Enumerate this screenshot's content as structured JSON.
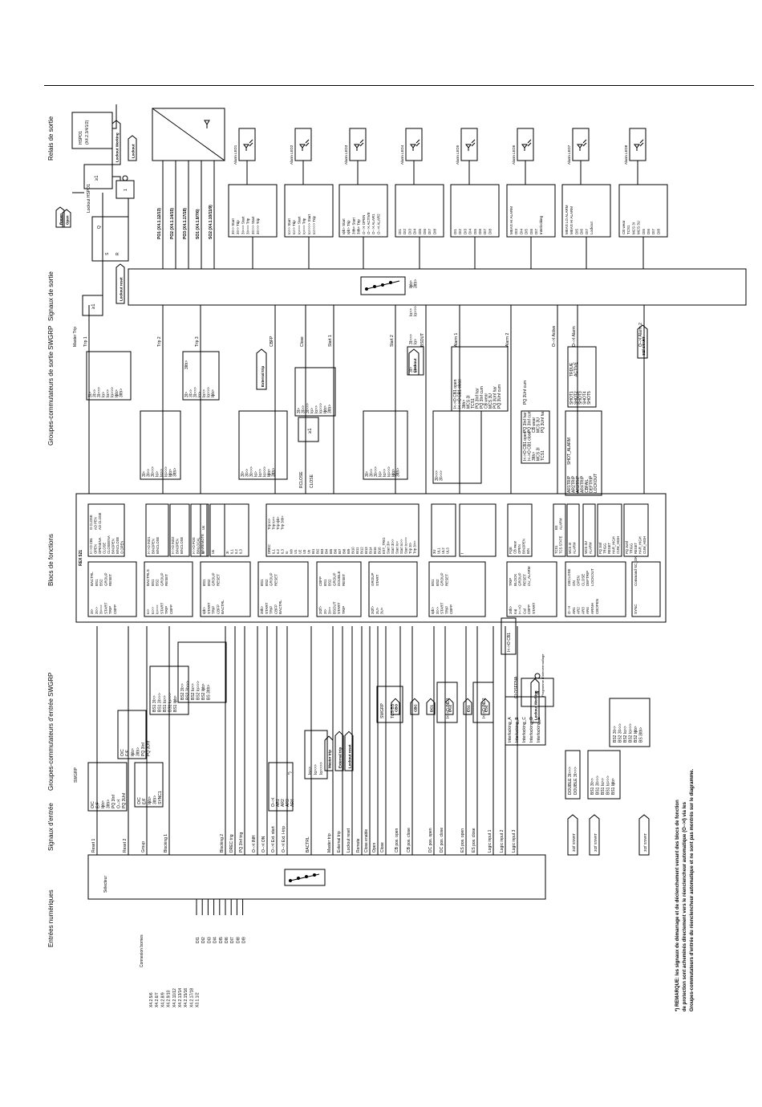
{
  "headers": {
    "inputs": "Entrées numériques",
    "input_signals": "Signaux d'entrée",
    "input_swgrp": "Groupes-commutateurs d'entrée SWGRP",
    "function_blocks": "Blocs de fonctions",
    "output_swgrp": "Groupes-commutateurs de sortie SWGRP",
    "output_signals": "Signaux de sortie",
    "output_relays": "Relais de sortie"
  },
  "connection_label": "Connexion bornes",
  "terminals": [
    "X4.2.5/6",
    "X4.2.6/7",
    "X4.2.8/9",
    "X4.2.9/10",
    "X4.2.11/12",
    "X4.2.13/14",
    "X4.2.15/16",
    "X4.2.17/18",
    "X3.1.1/2"
  ],
  "digital_inputs": [
    "DI1",
    "DI2",
    "DI3",
    "DI4",
    "DI5",
    "DI6",
    "DI7",
    "DI8",
    "DI9"
  ],
  "selector_label": "Sélecteur",
  "input_signal_list": [
    "Reset 1",
    "Reset 2",
    "Group",
    "Blocking 1",
    "Blocking 2",
    "DREC trig",
    "PQ 3Inf trig",
    "O-->I INH",
    "O-->I ON",
    "O-->I Ext. start",
    "O-->I Ext. I-trip",
    "BACTRL",
    "Master trip",
    "External trip",
    "Lockout reset",
    "Remote",
    "Close enable",
    "Open",
    "Close",
    "CB pos. open",
    "CB pos. close",
    "DC pos. open",
    "DC pos. close",
    "ES pos. open",
    "ES pos. close",
    "Logic input 1",
    "Logic input 2",
    "Logic input 3"
  ],
  "swgrp_label": "SWGRP",
  "input_swgrp_boxes": [
    [
      "O/C",
      "E/F",
      "Iϕb>",
      "3Ith>",
      "PQ 3Inf",
      "O-->I",
      "PQ 3Unf"
    ],
    [
      "O/C",
      "E/F",
      "Iϕb>",
      "3Ith>",
      "PQ 3Inf",
      "PQ 3Unf"
    ],
    [
      "O/C",
      "E/F",
      "Iϕb>",
      "3Ith>",
      "SYNC1"
    ],
    [
      "BS1 3I>>",
      "BS1 3I>>>",
      "BS1 Io>>",
      "BS1 Io>>>",
      "BS1 Iϕb>"
    ],
    [
      "BS2 3I>>",
      "BS2 3I>>>",
      "BS2 Io>>",
      "BS2 Io>>>",
      "BS2 Iϕb>",
      "BS 3Ith>"
    ]
  ],
  "ar_box": {
    "lines": [
      "O-->I",
      "AR1",
      "AR2",
      "AR3",
      "AR4"
    ],
    "note": "*)"
  },
  "io_box": [
    "Io>>",
    "Io>>>",
    "Io>>>>"
  ],
  "tags_left": [
    "Master trip",
    "External trip",
    "Lockout reset",
    "CBO",
    "CBC",
    "DC1",
    "DC2",
    "ES1",
    "ES2",
    "Lockout Working"
  ],
  "swgrp_tcs": [
    "SWGRP",
    "TCS BS"
  ],
  "ind_boxes": [
    "I<->O IND1",
    "I<->O IND2",
    "I<->O CB1"
  ],
  "closeena_label": "CLOSEENA",
  "interlock_prog": "Programme d'interverrouillage",
  "interlocking": [
    "Interlocking_A",
    "Interlocking_B",
    "Interlocking_C",
    "Interlocking_D",
    "Interlocking_E"
  ],
  "double_box": [
    "DOUBLE 3I>>>",
    "DOUBLE 3I>>>"
  ],
  "bs1_box": [
    "BS1 3I>>",
    "BS1 3I>>>",
    "BS1 Io>>",
    "BS1 Io>>>",
    "BS1 Iϕb>"
  ],
  "bs2_box": [
    "BS2 3I>>",
    "BS2 3I>>>",
    "BS2 Io>>",
    "BS2 Io>>>",
    "BS2 Iϕb>",
    "BS 3Ith>"
  ],
  "start_tag": "3I2f START",
  "function_box_title": "REX 521",
  "fb_top": [
    [
      "3I>",
      "3I>>",
      "3I>>>",
      "START",
      "TRIP",
      "CBFP",
      "BACTRL",
      "BS1",
      "BS2",
      "GROUP",
      "RESET"
    ],
    [
      "Io>",
      "Io>>",
      "Io>>>",
      "START",
      "TRIP",
      "CBFP",
      "BACTRLS",
      "BS1",
      "BS2",
      "GROUP",
      "RESET"
    ],
    [
      "Iϕb>",
      "START",
      "TRIP",
      "CBFP",
      "BACTRL",
      "BS1",
      "BS2",
      "GROUP",
      "RESET"
    ],
    [
      "3Ith>",
      "START",
      "TRIP",
      "CBFP",
      "BACTRL",
      "BS1",
      "BS2",
      "GROUP",
      "RESET"
    ],
    [
      "3I2f>",
      "3I>",
      "3I>>",
      "BSOUT",
      "START",
      "TRIP",
      "CBFP",
      "BS1",
      "BS2",
      "GROUP",
      "DOUBLE",
      "RESET"
    ],
    [
      "3I2f>",
      "3U>",
      "3U<",
      "GROUP",
      "START"
    ],
    [
      "Iϕb>",
      "3I>>",
      "START",
      "TRIP",
      "CBFP",
      "BS1",
      "BS2",
      "GROUP",
      "RESET"
    ],
    [
      "3Ith>",
      "Ioϕ",
      "I<->O",
      "Cal",
      "CBFP",
      "START",
      "TRIP",
      "BLOCK",
      "GROUP",
      "RESET",
      "CU_ALARM"
    ],
    [
      "O-->I",
      "AR1",
      "AR2",
      "AR3",
      "AR4",
      "ARINH",
      "CBOPEN",
      "CBCLOSE",
      "ON",
      "OPEN",
      "CLOSE",
      "DEFTRIP",
      "LOCKOUT"
    ],
    [
      "SYNC",
      "Command SC_OK"
    ]
  ],
  "fb_bottom": [
    [
      "I<->O CB1",
      "OPEN",
      "OPENENA",
      "CLOSE",
      "CLOSEENA",
      "BINOPEN",
      "BINCLOSE",
      "O OPEN",
      "O CLOSE",
      "AO PEN",
      "AO CLOSE"
    ],
    [
      "I<->O IND1",
      "BINOPEN",
      "BINCLOSE"
    ],
    [
      "I<->O IND2",
      "BINOPEN",
      "BINCLOSE"
    ],
    [
      "I<->O POS",
      "BINLOCAL",
      "BINREMOTE"
    ],
    [
      "Io",
      "Uo"
    ],
    [
      "Uo"
    ],
    [
      "3I",
      "IL1",
      "IL2",
      "IL3"
    ],
    [
      "DREC",
      "IL1",
      "IL2",
      "IL3",
      "Io",
      "Iob",
      "U1",
      "U2",
      "U3",
      "Uo",
      "BI1",
      "BI2",
      "BI3",
      "BI4",
      "BI5",
      "BI6",
      "BI7",
      "BI8",
      "BI9",
      "BI10",
      "BI11",
      "BI12",
      "BI13",
      "BI14",
      "BI15",
      "BI16",
      "EXT_TRIG",
      "Start 3I>",
      "Start 3I>>",
      "Start Io>",
      "Start Io>>",
      "Start Io>>>",
      "Trip 3I>",
      "Trip 3I>>",
      "Trip Io>",
      "Trip Io>>",
      "Trip Iϕb>",
      "Trip 3Ith>"
    ],
    [
      "3U",
      "UL1",
      "UL2",
      "UL3"
    ],
    [
      "f"
    ],
    [
      "PQE",
      "CB wear",
      "OPEN",
      "BINOPEN",
      "BIN"
    ],
    [
      "TCS1",
      "TCS STATE",
      "BS",
      "ALARM"
    ],
    [
      "MCS 3I",
      "ALARM"
    ],
    [
      "MCS 3U",
      "ALARM"
    ],
    [
      "PQ 3Inf",
      "TRIGG",
      "RESET",
      "HAR_HIGH",
      "CUM_HIGH"
    ],
    [
      "PQ 3Unf",
      "TRIGG",
      "RESET",
      "HAR_HIGH",
      "CUM_HIGH"
    ]
  ],
  "out_swgrp_boxes": [
    [
      "3I>",
      "3I>>",
      "3I>>>",
      "Io>",
      "Io>>",
      "Io>>>",
      "Iϕb>",
      "3Ith>"
    ],
    [
      "3I>",
      "3I>>",
      "3I>>>",
      "Io>",
      "Io>>",
      "Io>>>",
      "Iϕb>",
      "3Ith>"
    ],
    [
      "3I>",
      "3I>>",
      "3I>>>",
      "Io>",
      "Io>>",
      "Io>>>",
      "Iϕb>",
      "3Ith>"
    ],
    [
      "3I>",
      "3I>>",
      "3I>>>",
      "Io>",
      "Io>>",
      "Io>>>",
      "Iϕb>",
      "3Ith>"
    ],
    [
      "3I>",
      "3I>>",
      "3I>>>",
      "Io>",
      "Io>>",
      "Io>>>",
      "Iϕb>",
      "3Ith>"
    ],
    [
      "3I>",
      "3I>>",
      "3I>>>",
      "Io>",
      "Io>>",
      "Io>>>",
      "Iϕb>",
      "3Ith>"
    ],
    [
      "3I>",
      "3I>>",
      "3I>>>",
      "Io>",
      "Io>>",
      "Io>>>",
      "Iϕb>",
      "3Ith>"
    ],
    [
      "3I>>>",
      "3I>>>"
    ],
    [
      "I<->O CB1 open",
      "I<->O CB1 close",
      "3Ith>",
      "MCS 3I",
      "TCS1",
      "PQ 3Inf har",
      "PQ 3Inf cum",
      "CB wear",
      "MCS 3U",
      "PQ 3Unf har",
      "PQ 3Unf cum"
    ],
    [
      "I<->O CB1 open",
      "I<->O CB1 close",
      "3Ith>",
      "MCS 3I",
      "TCS1",
      "PQ 3Inf har",
      "PQ 3Inf cum",
      "CB wear",
      "MCS 3U",
      "PQ 3Unf har",
      "PQ 3Unf cum"
    ],
    [
      "SHOT1",
      "SHOT2",
      "SHOT3",
      "SHOT4",
      "SHOT5",
      "TRDUE",
      "ACTIVE"
    ],
    [
      "AR1TRIP",
      "AR2TRIP",
      "AR3TRIP",
      "AR4TRIP",
      "CBFAIL",
      "DEFTRIP",
      "LOCKOUT",
      "SHOT_ALARM"
    ],
    [
      "AR1TRIP",
      "AR2TRIP",
      "AR3TRIP",
      "AR4TRIP",
      "CBFAIL",
      "DEFTRIP",
      "LOCKOUT",
      "SHOT_ALARM"
    ]
  ],
  "or_label": "≥1",
  "rclose": [
    "RCLOSE",
    "CLOSE"
  ],
  "out_tags": [
    "External trip",
    "Lockout",
    "3I2f START"
  ],
  "output_signal_list": [
    "Master Trip",
    "Trip 1",
    "Trip 2",
    "Trip 3",
    "CBFP",
    "Close",
    "Start 1",
    "Start 2",
    "BSOUT",
    "Alarm 1",
    "Alarm 2",
    "O-->I Active",
    "O-->I Alarm",
    "O-->I Alarm 2"
  ],
  "relays": [
    "PO1  (X4.1.12/13)",
    "PO2  (X4.1.14/15)",
    "PO3  (X4.1.17/18)",
    "SO1  (X4.1.8/7/6)",
    "SO2  (X4.1.10/11/9)"
  ],
  "hspo": {
    "title": "HSPO1",
    "terminal": "(X4.2.3/4/1/2)",
    "lockout": "Lockout HSPO1",
    "working": "Lockout Working",
    "lockout_tag": "Lockout",
    "open": "Open",
    "ropen": "Ropen"
  },
  "latch": {
    "s": "S",
    "r": "R",
    "q": "Q",
    "or": "≥1",
    "lockout_reset": "Lockout reset"
  },
  "alarm_leds": [
    {
      "title": "Alarm LED1",
      "items": [
        "3I>> Start",
        "3I>> Trip",
        "3I>>> Start",
        "3I>>> Trip",
        "3I>>> Start",
        "3I>>> Trip"
      ]
    },
    {
      "title": "Alarm LED2",
      "items": [
        "Io>> Start",
        "Io>> Trip",
        "Io>>> Start",
        "Io>>> Trip",
        "Io>>>> Start",
        "Io>>>> Trip"
      ]
    },
    {
      "title": "Alarm LED3",
      "items": [
        "Iϕb> Start",
        "Iϕb> Trip",
        "3Ith> Start",
        "3Ith> Trip",
        "O-->I OPEN",
        "O-->I ACTIVE",
        "O-->I ALAR1",
        "O-->I ALAR2"
      ]
    },
    {
      "title": "Alarm LED4",
      "items": [
        "DI1",
        "DI2",
        "DI3",
        "DI4",
        "DI5",
        "DI6",
        "DI7",
        "DI8"
      ]
    },
    {
      "title": "Alarm LED5",
      "items": [
        "DI1",
        "DI2",
        "DI3",
        "DI4",
        "DI5",
        "DI6",
        "DI7",
        "DI8"
      ]
    },
    {
      "title": "Alarm LED6",
      "items": [
        "MEAS HI ALARM",
        "DI3",
        "DI4",
        "DI5",
        "DI6",
        "DI7",
        "Interlocking"
      ]
    },
    {
      "title": "Alarm LED7",
      "items": [
        "MEAS LO ALARM",
        "MEAS HI ALARM",
        "DI5",
        "DI6",
        "DI7",
        "Lockout"
      ]
    },
    {
      "title": "Alarm LED8",
      "items": [
        "CB wear",
        "TCS1",
        "MCS 3I",
        "MCS 3U",
        "DI5",
        "DI6",
        "DI7",
        "DI8"
      ]
    }
  ],
  "footnote": [
    "*) REMARQUE: les signaux de démarrage et de déclenchement venant des blocs de fonction",
    "de protection sont acheminés directement vers le réenclencheur automatique (O-->I) via les",
    "Groupes-commutateurs d'entrée du réenclencheur automatique et ne sont pas montrés sur le diagramme."
  ]
}
